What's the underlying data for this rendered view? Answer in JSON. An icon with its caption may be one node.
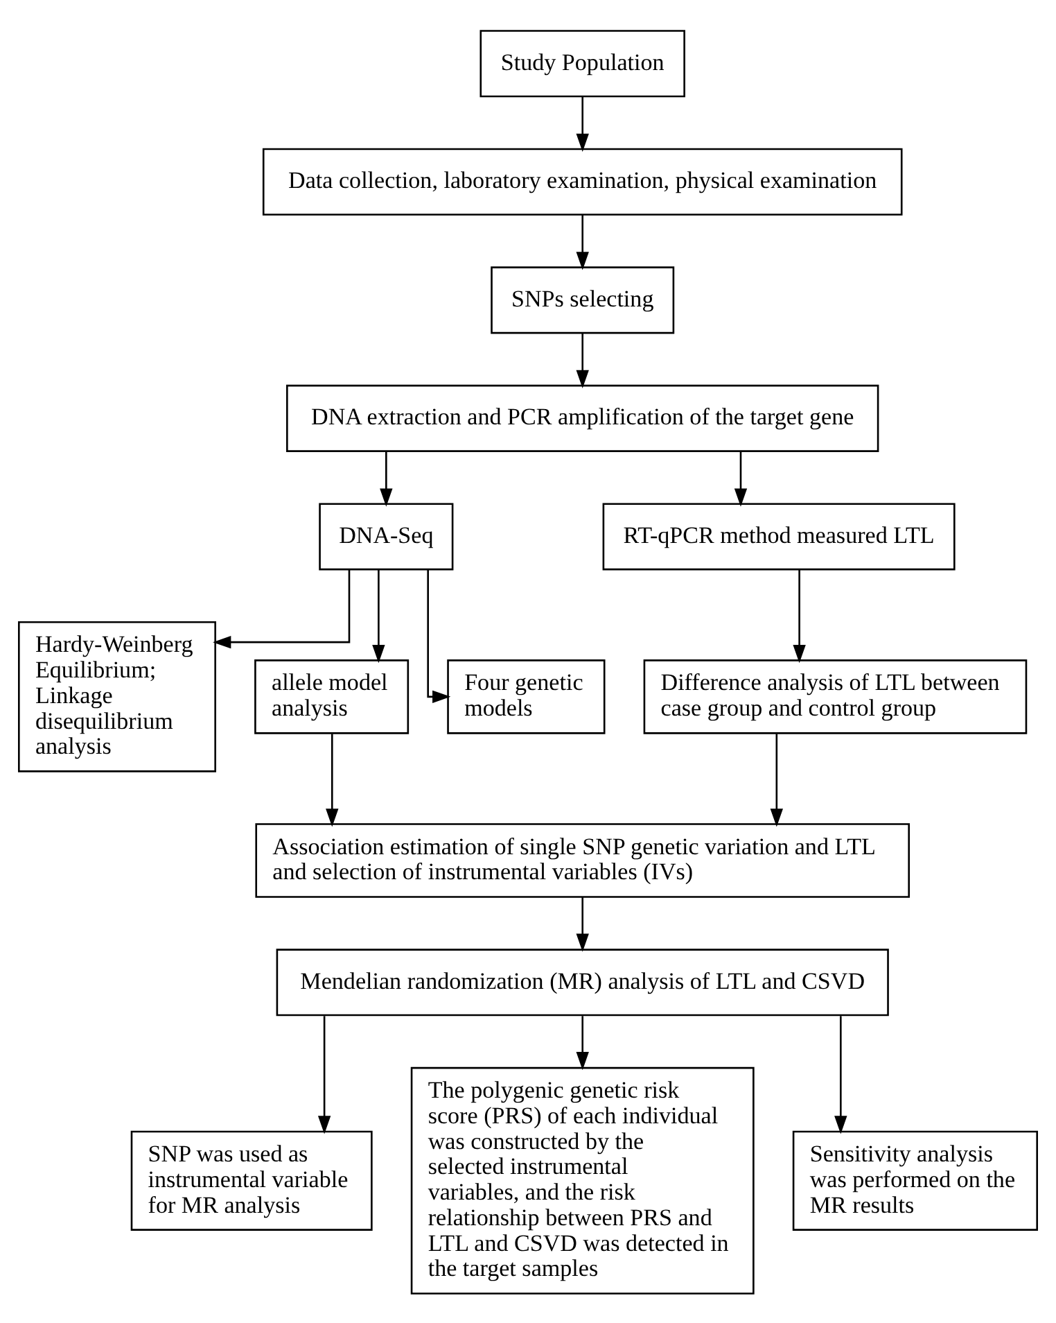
{
  "diagram": {
    "nodes": [
      {
        "text": [
          "Study Population"
        ]
      },
      {
        "text": [
          "Data collection, laboratory examination, physical examination"
        ]
      },
      {
        "text": [
          "SNPs selecting"
        ]
      },
      {
        "text": [
          "DNA extraction and PCR amplification of the target gene"
        ]
      },
      {
        "text": [
          "DNA-Seq"
        ]
      },
      {
        "text": [
          "RT-qPCR method measured LTL"
        ]
      },
      {
        "text": [
          "Hardy-Weinberg Equilibrium; Linkage disequilibrium analysis"
        ]
      },
      {
        "text": [
          "allele model analysis"
        ]
      },
      {
        "text": [
          "Four genetic models"
        ]
      },
      {
        "text": [
          "Difference analysis of LTL between case group and control group"
        ]
      },
      {
        "text": [
          "Association estimation of single SNP genetic variation and LTL and selection of instrumental variables (IVs)"
        ]
      },
      {
        "text": [
          "Mendelian randomization (MR) analysis of LTL and CSVD"
        ]
      },
      {
        "text": [
          "SNP was used as instrumental variable for MR analysis"
        ]
      },
      {
        "text": [
          "The polygenic genetic risk score (PRS) of each individual was constructed by the selected instrumental variables, and the risk relationship between PRS and LTL and CSVD was detected in the target samples"
        ]
      },
      {
        "text": [
          "Sensitivity analysis was performed on the MR results"
        ]
      }
    ],
    "edges": [
      {
        "from": 0,
        "to": 1,
        "arrow": "to"
      },
      {
        "from": 1,
        "to": 2,
        "arrow": "to"
      },
      {
        "from": 2,
        "to": 3,
        "arrow": "to"
      },
      {
        "from": 3,
        "to": 4,
        "arrow": "to"
      },
      {
        "from": 3,
        "to": 5,
        "arrow": "to"
      },
      {
        "from": 4,
        "to": 6,
        "arrow": "to"
      },
      {
        "from": 4,
        "to": 7,
        "arrow": "to"
      },
      {
        "from": 4,
        "to": 8,
        "arrow": "to"
      },
      {
        "from": 5,
        "to": 9,
        "arrow": "to"
      },
      {
        "from": 7,
        "to": 10,
        "arrow": "to"
      },
      {
        "from": 9,
        "to": 10,
        "arrow": "to"
      },
      {
        "from": 10,
        "to": 11,
        "arrow": "to"
      },
      {
        "from": 11,
        "to": 12,
        "arrow": "to"
      },
      {
        "from": 11,
        "to": 13,
        "arrow": "to"
      },
      {
        "from": 11,
        "to": 14,
        "arrow": "to"
      }
    ]
  }
}
